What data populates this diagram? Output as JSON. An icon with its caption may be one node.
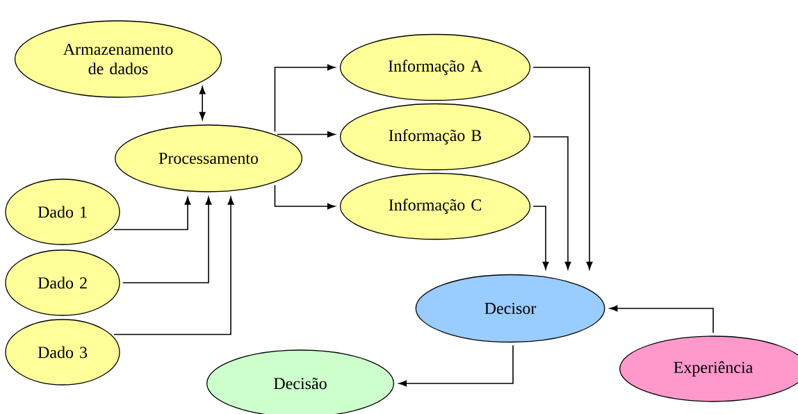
{
  "diagram": {
    "nodes": [
      {
        "text": [
          "Armazenamento de dados"
        ]
      },
      {
        "text": [
          "Processamento"
        ]
      },
      {
        "text": [
          "Informação A"
        ]
      },
      {
        "text": [
          "Informação B"
        ]
      },
      {
        "text": [
          "Informação C"
        ]
      },
      {
        "text": [
          "Dado 1"
        ]
      },
      {
        "text": [
          "Dado 2"
        ]
      },
      {
        "text": [
          "Dado 3"
        ]
      },
      {
        "text": [
          "Decisor"
        ]
      },
      {
        "text": [
          "Decisão"
        ]
      },
      {
        "text": [
          "Experiência"
        ]
      }
    ],
    "edges": [
      {
        "from": 0,
        "to": 1,
        "arrow": "both"
      },
      {
        "from": 1,
        "to": 2,
        "arrow": "to"
      },
      {
        "from": 1,
        "to": 3,
        "arrow": "to"
      },
      {
        "from": 1,
        "to": 4,
        "arrow": "to"
      },
      {
        "from": 5,
        "to": 1,
        "arrow": "to"
      },
      {
        "from": 6,
        "to": 1,
        "arrow": "to"
      },
      {
        "from": 7,
        "to": 1,
        "arrow": "to"
      },
      {
        "from": 2,
        "to": 8,
        "arrow": "to"
      },
      {
        "from": 3,
        "to": 8,
        "arrow": "to"
      },
      {
        "from": 4,
        "to": 8,
        "arrow": "to"
      },
      {
        "from": 8,
        "to": 9,
        "arrow": "to"
      },
      {
        "from": 10,
        "to": 8,
        "arrow": "to"
      }
    ]
  }
}
